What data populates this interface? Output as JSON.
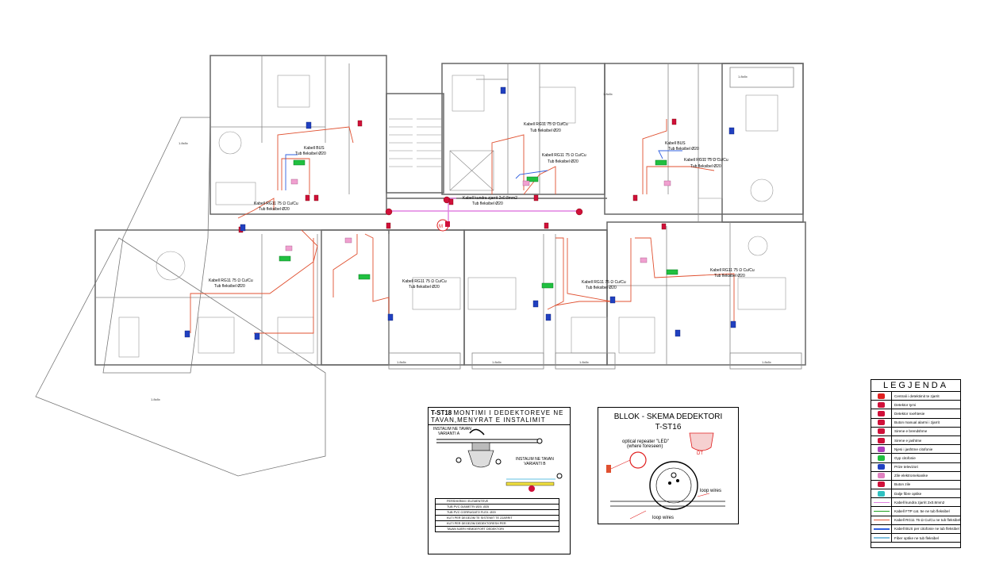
{
  "plan": {
    "area_labels": [
      "1.8x8x",
      "1.8x8x",
      "1.8x8x",
      "1.8x8x",
      "1.8x8x",
      "1.8x8x",
      "1.8x8x",
      "1.8x8x"
    ],
    "cable_notes": [
      {
        "line1": "Kabell BUS",
        "line2": "Tub fleksibel Ø20"
      },
      {
        "line1": "Kabell RG11 75 Ω Cu/Cu",
        "line2": "Tub fleksibel Ø20"
      },
      {
        "line1": "Kabell RG11 75 Ω Cu/Cu",
        "line2": "Tub fleksibel Ø20"
      },
      {
        "line1": "Kabell RG11 75 Ω Cu/Cu",
        "line2": "Tub fleksibel Ø20"
      },
      {
        "line1": "Kabell kundra zjarrit 2x0.8mm2",
        "line2": "Tub fleksibel Ø20"
      },
      {
        "line1": "Kabell RG11 75 Ω Cu/Cu",
        "line2": "Tub fleksibel Ø20"
      },
      {
        "line1": "Kabell BUS",
        "line2": "Tub fleksibel Ø20"
      },
      {
        "line1": "Kabell RG11 75 Ω Cu/Cu",
        "line2": "Tub fleksibel Ø20"
      },
      {
        "line1": "Kabell RG11 75 Ω Cu/Cu",
        "line2": "Tub fleksibel Ø20"
      },
      {
        "line1": "Kabell RG11 75 Ω Cu/Cu",
        "line2": "Tub fleksibel Ø20"
      },
      {
        "line1": "Kabell RG11 75 Ω Cu/Cu",
        "line2": "Tub fleksibel Ø20"
      }
    ]
  },
  "st18": {
    "title": "T-ST18",
    "subtitle": "MONTIMI I DEDEKTOREVE NE TAVAN,MENYRAT E INSTALIMIT",
    "variant_a_l1": "INSTALIM NE TAVAN",
    "variant_a_l2": "VARIANTI A",
    "variant_b_l1": "INSTALIM NE TAVAN",
    "variant_b_l2": "VARIANTI B",
    "table_head": "PERSHKRIMI I ELEMENTEVE",
    "table_rows": [
      "TUB PVC DIAMETRI Ø20, Ø25",
      "TUB PVC CORRUGATO FLEX. Ø20",
      "KUTI PER DEGEZIM TE SISTEMIT TE ZJARRIT",
      "KUTI PER DEGEZIM DEDEKTORESH PER",
      "TAVAN NJERI HEMDEFORT DEDEKTORI"
    ]
  },
  "st16": {
    "title": "BLLOK - SKEMA DEDEKTORI",
    "code": "T-ST16",
    "repeater_l1": "optical repeater \"LED\"",
    "repeater_l2": "(where foreseen)",
    "loop_wires_a": "loop wires",
    "loop_wires_b": "loop wires",
    "detector_tag": "DT"
  },
  "legend": {
    "title": "LEGJENDA",
    "items": [
      {
        "icon": "fire-panel",
        "label": "Centrali i detektimit te zjarrit",
        "color": "#e02020"
      },
      {
        "icon": "smoke-detector",
        "label": "Detektor tymi",
        "color": "#d0103a"
      },
      {
        "icon": "heat-detector",
        "label": "Detektor nxehtesie",
        "color": "#d0103a"
      },
      {
        "icon": "manual-call-point",
        "label": "Buton manual alarmi i zjarrit",
        "color": "#d0103a"
      },
      {
        "icon": "indoor-siren",
        "label": "Sirene e brendshme",
        "color": "#d0103a"
      },
      {
        "icon": "outdoor-siren",
        "label": "Sirene e jashtme",
        "color": "#d0103a"
      },
      {
        "icon": "intercom-outdoor",
        "label": "Njesi i jashtme citofonie",
        "color": "#b040c0"
      },
      {
        "icon": "intercom-handset",
        "label": "Gyp citofonie",
        "color": "#20c040"
      },
      {
        "icon": "tv-socket",
        "label": "Prize televizori",
        "color": "#2040c0"
      },
      {
        "icon": "door-bell",
        "label": "Zile elektromekanike",
        "color": "#e080c0"
      },
      {
        "icon": "bell-button",
        "label": "Buton zile",
        "color": "#d0103a"
      },
      {
        "icon": "fiber-box",
        "label": "Dalje fibre optike",
        "color": "#30c0c0"
      },
      {
        "icon": "line-fire",
        "label": "Kabell kundra zjarrit 2x0.8mm2",
        "color": "#e080e0"
      },
      {
        "icon": "line-ftp",
        "label": "Kabell FTP cat. 5e ne tub fleksibel",
        "color": "#20a020"
      },
      {
        "icon": "line-rg11",
        "label": "Kabell RG11 75 Ω Cu/Cu ne tub fleksibel",
        "color": "#e05030"
      },
      {
        "icon": "line-bus",
        "label": "Kabell BUS per citofonie ne tub fleksibel",
        "color": "#3060e0"
      },
      {
        "icon": "line-fiber",
        "label": "Fiber optike ne tub fleksibel",
        "color": "#80c0e0"
      }
    ]
  },
  "colors": {
    "walls": "#6a6a6a",
    "rg11": "#e05030",
    "fire": "#e080e0",
    "bus": "#3060e0",
    "intercom": "#20c040",
    "detector": "#d0103a"
  }
}
